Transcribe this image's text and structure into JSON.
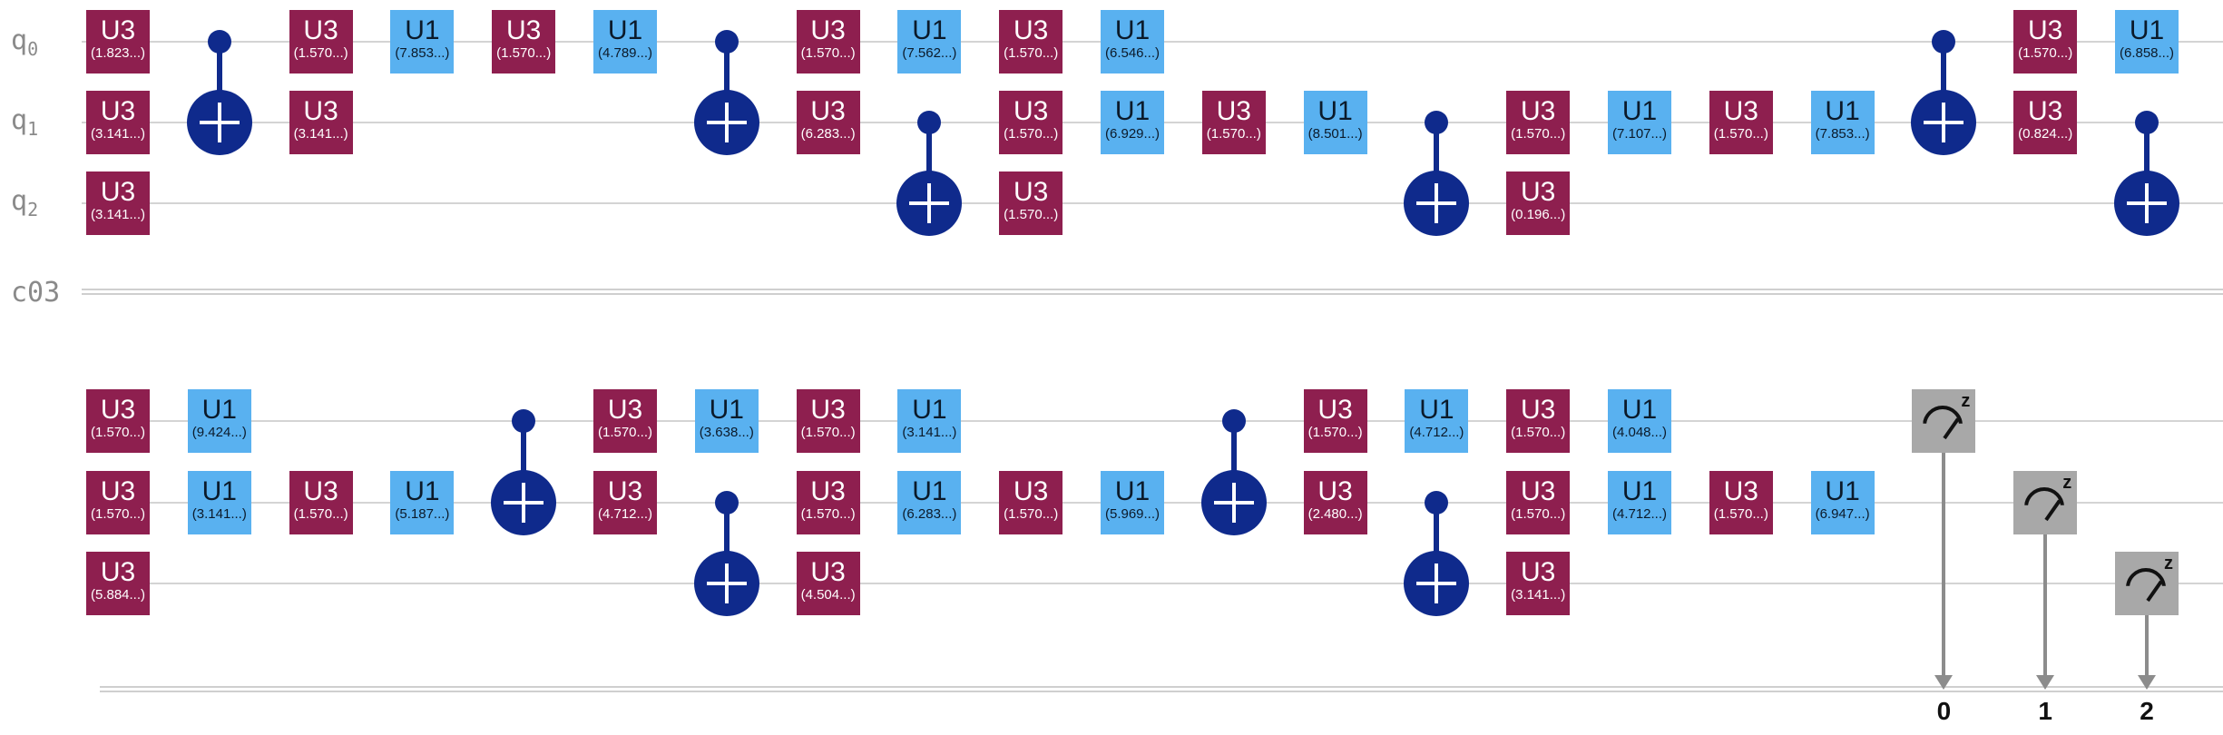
{
  "registers": {
    "q0": "q",
    "q0_sub": "0",
    "q1": "q",
    "q1_sub": "1",
    "q2": "q",
    "q2_sub": "2",
    "c": "c03"
  },
  "colors": {
    "u3": "#8e1f4f",
    "u1": "#59b1f0",
    "cx": "#0f2a8c",
    "measure": "#a8a8a8"
  },
  "rows": [
    {
      "items": [
        {
          "type": "u3",
          "q": 0,
          "col": 0,
          "p": "(1.823...)"
        },
        {
          "type": "u3",
          "q": 1,
          "col": 0,
          "p": "(3.141...)"
        },
        {
          "type": "u3",
          "q": 2,
          "col": 0,
          "p": "(3.141...)"
        },
        {
          "type": "cx",
          "ctrl": 0,
          "targ": 1,
          "col": 1
        },
        {
          "type": "u3",
          "q": 0,
          "col": 2,
          "p": "(1.570...)"
        },
        {
          "type": "u3",
          "q": 1,
          "col": 2,
          "p": "(3.141...)"
        },
        {
          "type": "u1",
          "q": 0,
          "col": 3,
          "p": "(7.853...)"
        },
        {
          "type": "u3",
          "q": 0,
          "col": 4,
          "p": "(1.570...)"
        },
        {
          "type": "u1",
          "q": 0,
          "col": 5,
          "p": "(4.789...)"
        },
        {
          "type": "cx",
          "ctrl": 0,
          "targ": 1,
          "col": 6
        },
        {
          "type": "u3",
          "q": 0,
          "col": 7,
          "p": "(1.570...)"
        },
        {
          "type": "u3",
          "q": 1,
          "col": 7,
          "p": "(6.283...)"
        },
        {
          "type": "u1",
          "q": 0,
          "col": 8,
          "p": "(7.562...)"
        },
        {
          "type": "cx",
          "ctrl": 1,
          "targ": 2,
          "col": 8
        },
        {
          "type": "u3",
          "q": 0,
          "col": 9,
          "p": "(1.570...)"
        },
        {
          "type": "u3",
          "q": 1,
          "col": 9,
          "p": "(1.570...)"
        },
        {
          "type": "u3",
          "q": 2,
          "col": 9,
          "p": "(1.570...)"
        },
        {
          "type": "u1",
          "q": 0,
          "col": 10,
          "p": "(6.546...)"
        },
        {
          "type": "u1",
          "q": 1,
          "col": 10,
          "p": "(6.929...)"
        },
        {
          "type": "u3",
          "q": 1,
          "col": 11,
          "p": "(1.570...)"
        },
        {
          "type": "u1",
          "q": 1,
          "col": 12,
          "p": "(8.501...)"
        },
        {
          "type": "cx",
          "ctrl": 1,
          "targ": 2,
          "col": 13
        },
        {
          "type": "u3",
          "q": 1,
          "col": 14,
          "p": "(1.570...)"
        },
        {
          "type": "u3",
          "q": 2,
          "col": 14,
          "p": "(0.196...)"
        },
        {
          "type": "u1",
          "q": 1,
          "col": 15,
          "p": "(7.107...)"
        },
        {
          "type": "u3",
          "q": 1,
          "col": 16,
          "p": "(1.570...)"
        },
        {
          "type": "u1",
          "q": 1,
          "col": 17,
          "p": "(7.853...)"
        },
        {
          "type": "cx",
          "ctrl": 0,
          "targ": 1,
          "col": 18
        },
        {
          "type": "u3",
          "q": 0,
          "col": 19,
          "p": "(1.570...)"
        },
        {
          "type": "u3",
          "q": 1,
          "col": 19,
          "p": "(0.824...)"
        },
        {
          "type": "u1",
          "q": 0,
          "col": 20,
          "p": "(6.858...)"
        },
        {
          "type": "cx",
          "ctrl": 1,
          "targ": 2,
          "col": 20
        }
      ]
    },
    {
      "items": [
        {
          "type": "u3",
          "q": 0,
          "col": 0,
          "p": "(1.570...)"
        },
        {
          "type": "u3",
          "q": 1,
          "col": 0,
          "p": "(1.570...)"
        },
        {
          "type": "u3",
          "q": 2,
          "col": 0,
          "p": "(5.884...)"
        },
        {
          "type": "u1",
          "q": 0,
          "col": 1,
          "p": "(9.424...)"
        },
        {
          "type": "u1",
          "q": 1,
          "col": 1,
          "p": "(3.141...)"
        },
        {
          "type": "u3",
          "q": 1,
          "col": 2,
          "p": "(1.570...)"
        },
        {
          "type": "u1",
          "q": 1,
          "col": 3,
          "p": "(5.187...)"
        },
        {
          "type": "cx",
          "ctrl": 0,
          "targ": 1,
          "col": 4
        },
        {
          "type": "u3",
          "q": 0,
          "col": 5,
          "p": "(1.570...)"
        },
        {
          "type": "u3",
          "q": 1,
          "col": 5,
          "p": "(4.712...)"
        },
        {
          "type": "u1",
          "q": 0,
          "col": 6,
          "p": "(3.638...)"
        },
        {
          "type": "cx",
          "ctrl": 1,
          "targ": 2,
          "col": 6
        },
        {
          "type": "u3",
          "q": 0,
          "col": 7,
          "p": "(1.570...)"
        },
        {
          "type": "u3",
          "q": 1,
          "col": 7,
          "p": "(1.570...)"
        },
        {
          "type": "u3",
          "q": 2,
          "col": 7,
          "p": "(4.504...)"
        },
        {
          "type": "u1",
          "q": 0,
          "col": 8,
          "p": "(3.141...)"
        },
        {
          "type": "u1",
          "q": 1,
          "col": 8,
          "p": "(6.283...)"
        },
        {
          "type": "u3",
          "q": 1,
          "col": 9,
          "p": "(1.570...)"
        },
        {
          "type": "u1",
          "q": 1,
          "col": 10,
          "p": "(5.969...)"
        },
        {
          "type": "cx",
          "ctrl": 0,
          "targ": 1,
          "col": 11
        },
        {
          "type": "u3",
          "q": 0,
          "col": 12,
          "p": "(1.570...)"
        },
        {
          "type": "u3",
          "q": 1,
          "col": 12,
          "p": "(2.480...)"
        },
        {
          "type": "u1",
          "q": 0,
          "col": 13,
          "p": "(4.712...)"
        },
        {
          "type": "cx",
          "ctrl": 1,
          "targ": 2,
          "col": 13
        },
        {
          "type": "u3",
          "q": 0,
          "col": 14,
          "p": "(1.570...)"
        },
        {
          "type": "u3",
          "q": 1,
          "col": 14,
          "p": "(1.570...)"
        },
        {
          "type": "u3",
          "q": 2,
          "col": 14,
          "p": "(3.141...)"
        },
        {
          "type": "u1",
          "q": 0,
          "col": 15,
          "p": "(4.048...)"
        },
        {
          "type": "u1",
          "q": 1,
          "col": 15,
          "p": "(4.712...)"
        },
        {
          "type": "u3",
          "q": 1,
          "col": 16,
          "p": "(1.570...)"
        },
        {
          "type": "u1",
          "q": 1,
          "col": 17,
          "p": "(6.947...)"
        },
        {
          "type": "measure",
          "q": 0,
          "col": 18,
          "c": "0"
        },
        {
          "type": "measure",
          "q": 1,
          "col": 19,
          "c": "1"
        },
        {
          "type": "measure",
          "q": 2,
          "col": 20,
          "c": "2"
        }
      ]
    }
  ],
  "gate_names": {
    "u3": "U3",
    "u1": "U1"
  },
  "measure_label": "z"
}
